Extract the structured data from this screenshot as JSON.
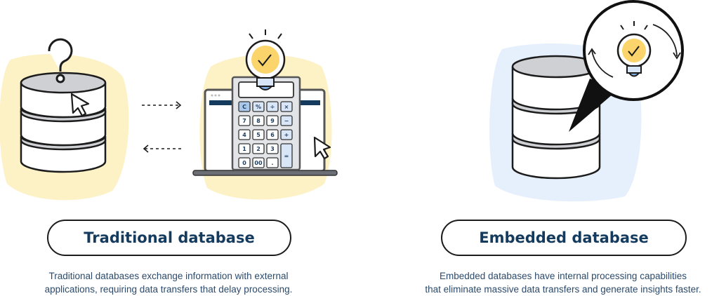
{
  "colors": {
    "yellow_blob": "#fdf1c6",
    "blue_blob": "#e6effc",
    "title_text": "#143a5e",
    "body_text": "#2b4a6b",
    "bulb": "#fbd46c",
    "key_blue": "#d8e6f7",
    "key_highlight": "#a9c8ec"
  },
  "traditional": {
    "title": "Traditional database",
    "description_line1": "Traditional databases exchange information with external",
    "description_line2": "applications, requiring data transfers that delay processing.",
    "icons": [
      "database-icon",
      "question-mark-icon",
      "cursor-icon",
      "arrow-right-dashed-icon",
      "arrow-left-dashed-icon",
      "laptop-icon",
      "calculator-icon",
      "lightbulb-check-icon"
    ],
    "calculator_keys": [
      "C",
      "%",
      "÷",
      "×",
      "7",
      "8",
      "9",
      "−",
      "4",
      "5",
      "6",
      "+",
      "1",
      "2",
      "3",
      "=",
      "0",
      "00",
      "."
    ]
  },
  "embedded": {
    "title": "Embedded database",
    "description_line1": "Embedded databases have internal processing capabilities",
    "description_line2": "that eliminate massive data transfers and generate insights faster.",
    "icons": [
      "database-icon",
      "magnifier-callout-icon",
      "lightbulb-check-icon",
      "cycle-arrows-icon"
    ]
  }
}
